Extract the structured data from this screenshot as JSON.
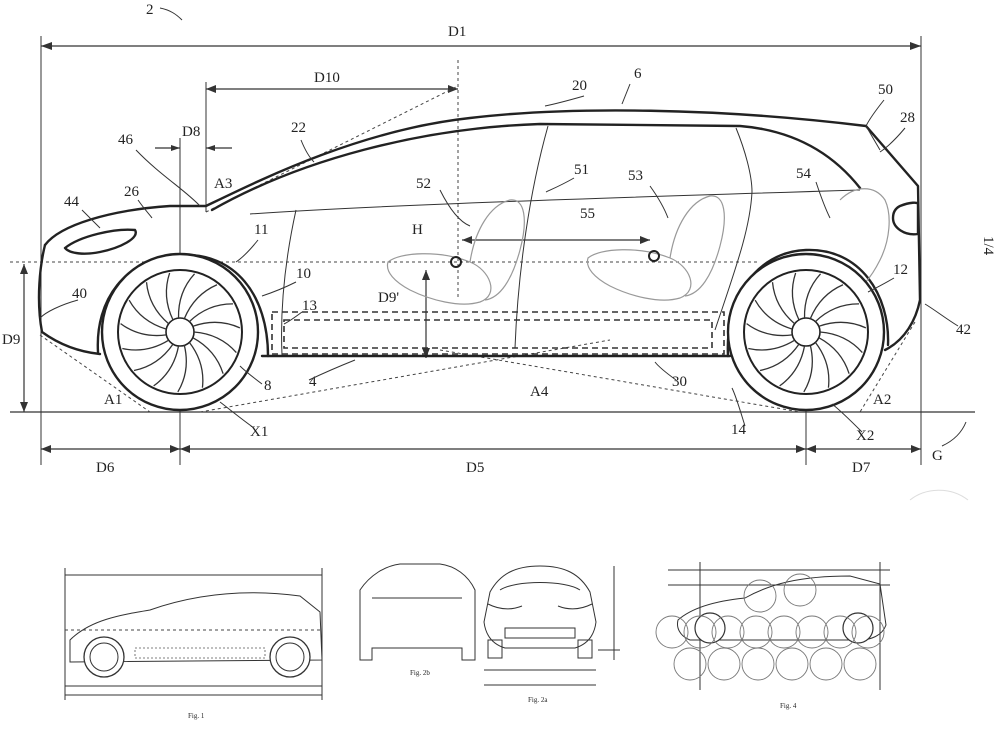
{
  "figure_ref": "2",
  "dimensions": {
    "D1": "D1",
    "D10": "D10",
    "D8": "D8",
    "D9": "D9",
    "D9p": "D9'",
    "D6": "D6",
    "D5": "D5",
    "D7": "D7"
  },
  "angles": {
    "A1": "A1",
    "A2": "A2",
    "A3": "A3",
    "A4": "A4"
  },
  "refs": {
    "r46": "46",
    "r22": "22",
    "r20": "20",
    "r6": "6",
    "r50": "50",
    "r28": "28",
    "r44": "44",
    "r26": "26",
    "r11": "11",
    "r10": "10",
    "r13": "13",
    "r52": "52",
    "r51": "51",
    "r53": "53",
    "r54": "54",
    "r55": "55",
    "r12": "12",
    "r40": "40",
    "r8": "8",
    "r4": "4",
    "r30": "30",
    "r14": "14",
    "r42": "42",
    "H": "H",
    "X1": "X1",
    "X2": "X2",
    "G": "G"
  },
  "side_note": "1/4",
  "thumbnails": {
    "fig1": "Fig. 1",
    "fig2b": "Fig. 2b",
    "fig2a": "Fig. 2a",
    "fig4": "Fig. 4"
  }
}
